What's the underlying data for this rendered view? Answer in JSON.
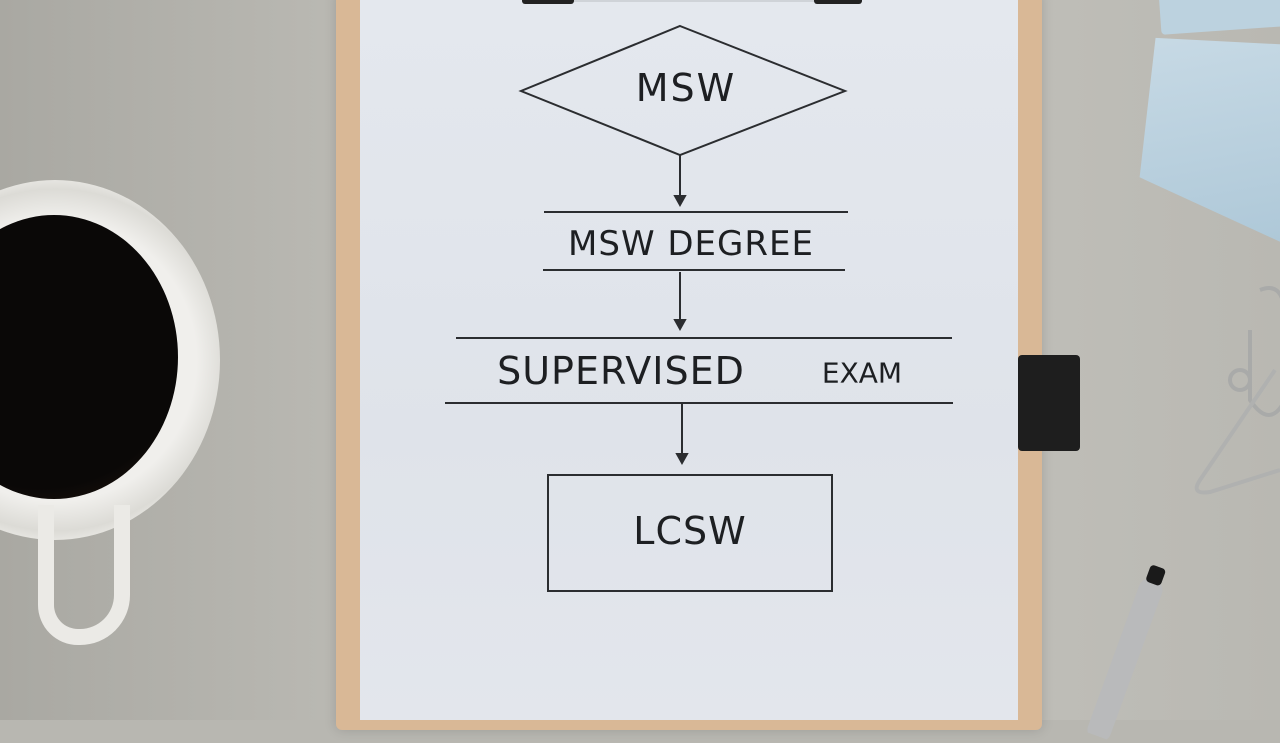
{
  "scene": {
    "description": "Top-down photo of a clipboard holding a flowchart, with coffee cup, sticky notes, paper clips and a pen on a grey desk",
    "colors": {
      "desk": "#bcbbb5",
      "clipboard": "#d9b896",
      "paper": "#e1e5eb",
      "ink": "#1d1f22",
      "coffee": "#0a0807",
      "sticky_note": "#bcd2df"
    }
  },
  "flowchart": {
    "nodes": [
      {
        "id": "msw",
        "shape": "diamond",
        "label": "MSW"
      },
      {
        "id": "msw_degree",
        "shape": "lines",
        "label": "MSW DEGREE"
      },
      {
        "id": "supervised",
        "shape": "lines",
        "label": "SUPERVISED",
        "secondary_label": "EXAM"
      },
      {
        "id": "lcsw",
        "shape": "rectangle",
        "label": "LCSW"
      }
    ],
    "edges": [
      {
        "from": "msw",
        "to": "msw_degree"
      },
      {
        "from": "msw_degree",
        "to": "supervised"
      },
      {
        "from": "supervised",
        "to": "lcsw"
      }
    ]
  }
}
